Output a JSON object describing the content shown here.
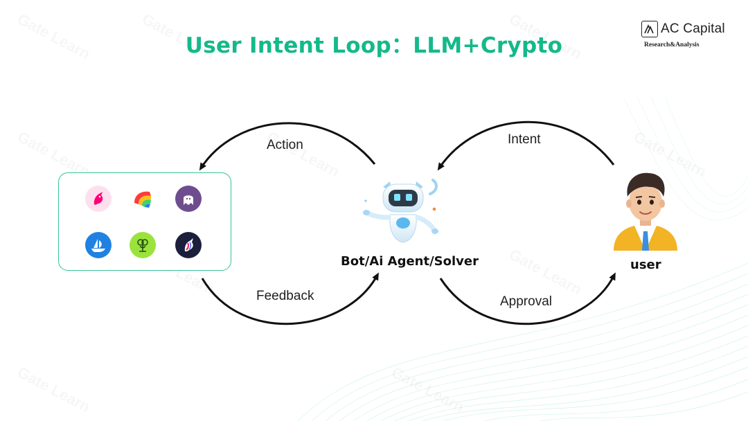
{
  "title": "User Intent Loop：LLM+Crypto",
  "brand": {
    "name": "AC Capital",
    "subtitle": "Research&Analysis",
    "logo_icon": "ac-mountain-logo"
  },
  "watermark_text": "Gate Learn",
  "nodes": {
    "agent": {
      "label": "Bot/Ai Agent/Solver",
      "icon": "robot-icon"
    },
    "user": {
      "label": "user",
      "icon": "user-avatar-icon"
    },
    "protocols": {
      "icons": [
        {
          "name": "uniswap-unicorn-icon",
          "color": "#ff007a"
        },
        {
          "name": "curve-rainbow-icon",
          "color": "#f5a623"
        },
        {
          "name": "ghost-icon",
          "color": "#6e4d8f"
        },
        {
          "name": "opensea-boat-icon",
          "color": "#2081e2"
        },
        {
          "name": "tree-logo-icon",
          "color": "#9be33c"
        },
        {
          "name": "unicorn-dark-icon",
          "color": "#1b1f3b"
        }
      ]
    }
  },
  "edges": {
    "action": "Action",
    "intent": "Intent",
    "feedback": "Feedback",
    "approval": "Approval"
  },
  "colors": {
    "title": "#14b98a",
    "accent": "#38c29a",
    "arrow": "#111111"
  }
}
